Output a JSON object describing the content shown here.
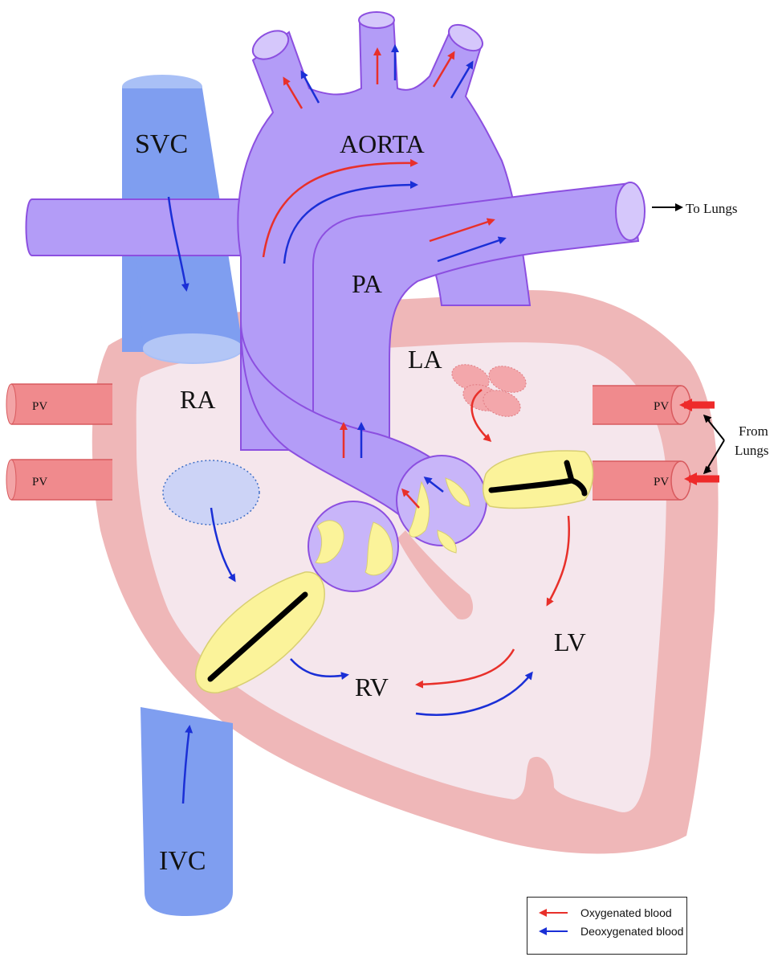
{
  "labels": {
    "svc": "SVC",
    "ivc": "IVC",
    "aorta": "AORTA",
    "pa": "PA",
    "la": "LA",
    "ra": "RA",
    "rv": "RV",
    "lv": "LV",
    "pv_left_top": "PV",
    "pv_left_bottom": "PV",
    "pv_right_top": "PV",
    "pv_right_bottom": "PV",
    "to_lungs": "To Lungs",
    "from_lungs_1": "From",
    "from_lungs_2": "Lungs"
  },
  "legend": {
    "items": [
      {
        "label": "Oxygenated blood",
        "color": "#e8302a"
      },
      {
        "label": "Deoxygenated blood",
        "color": "#1a2fd6"
      }
    ]
  },
  "colors": {
    "oxygenated": "#e8302a",
    "deoxygenated": "#1a2fd6",
    "vena_cava": "#7f9ef0",
    "artery": "#b39cf7",
    "artery_stroke": "#8c4fe0",
    "heart_wall": "#efb7b8",
    "heart_inner": "#f5e6ec",
    "pulmonary_vein": "#f08a8d",
    "valve": "#fbf39a"
  }
}
